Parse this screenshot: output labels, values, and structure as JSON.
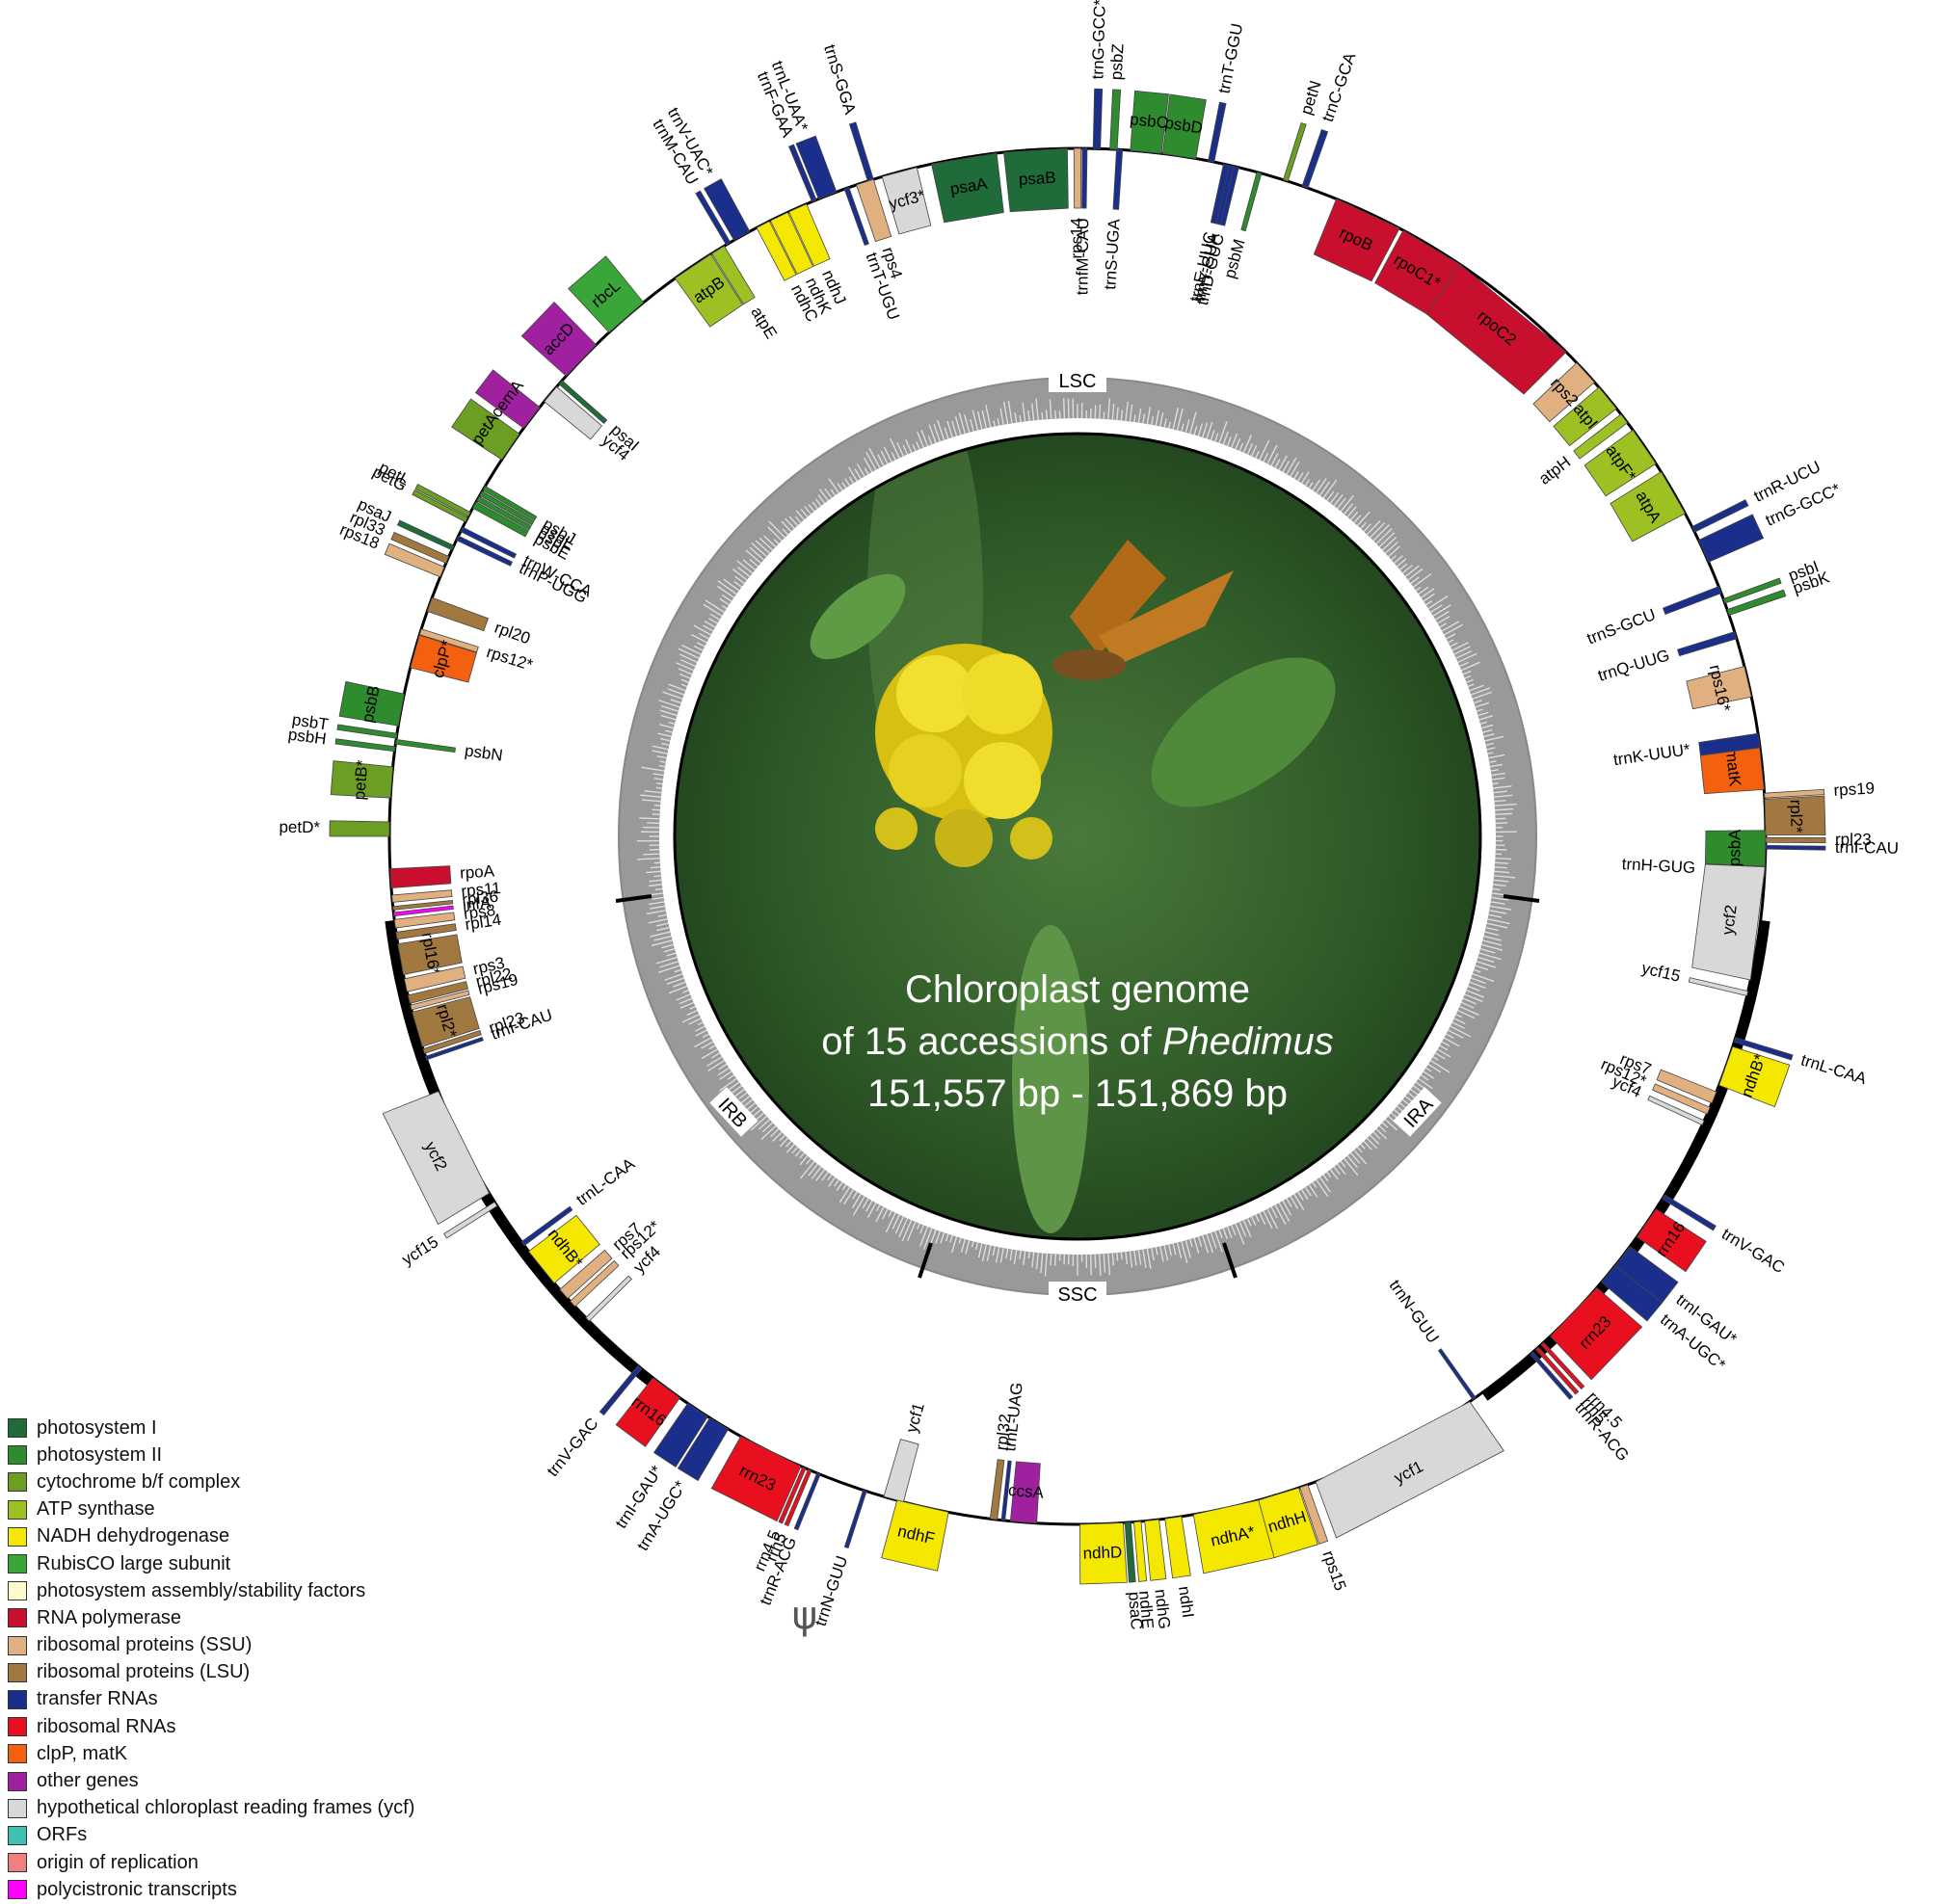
{
  "title_lines": [
    "Chloroplast genome",
    "of 15 accessions of ",
    "151,557 bp - 151,869 bp"
  ],
  "title_genus": "Phedimus",
  "regions": [
    "LSC",
    "SSC",
    "IRA",
    "IRB"
  ],
  "pseudo_symbol": "ψ",
  "colors": {
    "psI": "#1f6b3a",
    "psII": "#2e8b2e",
    "cyt": "#6b9e23",
    "atp": "#9dc123",
    "ndh": "#f5e800",
    "rbc": "#3aa63a",
    "rnap": "#c8102e",
    "ssu": "#e0b080",
    "lsu": "#a07840",
    "trna": "#1a2e8c",
    "rrna": "#e8101e",
    "clp": "#f26010",
    "other": "#a020a0",
    "ycf": "#d8d8d8",
    "orf": "#40c0b0",
    "ori": "#f08080",
    "poly": "#ff00ff"
  },
  "legend": [
    {
      "label": "photosystem I",
      "color": "#1f6b3a"
    },
    {
      "label": "photosystem II",
      "color": "#2e8b2e"
    },
    {
      "label": "cytochrome b/f complex",
      "color": "#6b9e23"
    },
    {
      "label": "ATP synthase",
      "color": "#9dc123"
    },
    {
      "label": "NADH dehydrogenase",
      "color": "#f5e800"
    },
    {
      "label": "RubisCO large subunit",
      "color": "#3aa63a"
    },
    {
      "label": "photosystem assembly/stability factors",
      "color": "#fffacd"
    },
    {
      "label": "RNA polymerase",
      "color": "#c8102e"
    },
    {
      "label": "ribosomal proteins (SSU)",
      "color": "#e0b080"
    },
    {
      "label": "ribosomal proteins (LSU)",
      "color": "#a07840"
    },
    {
      "label": "transfer RNAs",
      "color": "#1a2e8c"
    },
    {
      "label": "ribosomal RNAs",
      "color": "#e8101e"
    },
    {
      "label": "clpP, matK",
      "color": "#f26010"
    },
    {
      "label": "other genes",
      "color": "#a020a0"
    },
    {
      "label": "hypothetical chloroplast reading frames (ycf)",
      "color": "#d8d8d8"
    },
    {
      "label": "ORFs",
      "color": "#40c0b0"
    },
    {
      "label": "origin of replication",
      "color": "#f08080"
    },
    {
      "label": "polycistronic transcripts",
      "color": "#ff00ff"
    }
  ],
  "genes": [
    {
      "name": "psbA",
      "a": 91,
      "w": 3,
      "out": false,
      "cat": "psII"
    },
    {
      "name": "trnH-GUG",
      "a": 93,
      "w": 0.6,
      "out": false,
      "cat": "trna"
    },
    {
      "name": "matK",
      "a": 84,
      "w": 4.2,
      "out": false,
      "cat": "clp"
    },
    {
      "name": "trnK-UUU*",
      "a": 82,
      "w": 1.2,
      "out": false,
      "cat": "trna"
    },
    {
      "name": "rps16*",
      "a": 77,
      "w": 2.6,
      "out": false,
      "cat": "ssu"
    },
    {
      "name": "trnQ-UUG",
      "a": 73,
      "w": 0.6,
      "out": false,
      "cat": "trna"
    },
    {
      "name": "psbK",
      "a": 71,
      "w": 0.5,
      "out": true,
      "cat": "psII"
    },
    {
      "name": "psbI",
      "a": 70,
      "w": 0.4,
      "out": true,
      "cat": "psII"
    },
    {
      "name": "trnS-GCU",
      "a": 69,
      "w": 0.6,
      "out": false,
      "cat": "trna"
    },
    {
      "name": "trnG-GCC*",
      "a": 65.5,
      "w": 2,
      "out": true,
      "cat": "trna"
    },
    {
      "name": "trnR-UCU",
      "a": 63.5,
      "w": 0.5,
      "out": true,
      "cat": "trna"
    },
    {
      "name": "atpA",
      "a": 60,
      "w": 4,
      "out": false,
      "cat": "atp"
    },
    {
      "name": "atpF*",
      "a": 55.5,
      "w": 3.4,
      "out": false,
      "cat": "atp"
    },
    {
      "name": "atpH",
      "a": 52.6,
      "w": 0.9,
      "out": false,
      "cat": "atp"
    },
    {
      "name": "atpI",
      "a": 50.4,
      "w": 2.3,
      "out": false,
      "cat": "atp"
    },
    {
      "name": "rps2",
      "a": 47.6,
      "w": 2.2,
      "out": false,
      "cat": "ssu"
    },
    {
      "name": "rpoC2",
      "a": 39.5,
      "w": 11.5,
      "out": false,
      "cat": "rnap"
    },
    {
      "name": "rpoC1*",
      "a": 31,
      "w": 5.5,
      "out": false,
      "cat": "rnap"
    },
    {
      "name": "rpoB",
      "a": 25,
      "w": 5.8,
      "out": false,
      "cat": "rnap"
    },
    {
      "name": "trnC-GCA",
      "a": 19.3,
      "w": 0.5,
      "out": true,
      "cat": "trna"
    },
    {
      "name": "petN",
      "a": 17.6,
      "w": 0.4,
      "out": true,
      "cat": "cyt"
    },
    {
      "name": "psbM",
      "a": 15.3,
      "w": 0.4,
      "out": false,
      "cat": "psII"
    },
    {
      "name": "trnD-GUC",
      "a": 13.3,
      "w": 0.5,
      "out": false,
      "cat": "trna"
    },
    {
      "name": "trnY-GUA",
      "a": 12.9,
      "w": 0.5,
      "out": false,
      "cat": "trna"
    },
    {
      "name": "trnE-UUC",
      "a": 12.5,
      "w": 0.5,
      "out": false,
      "cat": "trna"
    },
    {
      "name": "trnT-GGU",
      "a": 11.2,
      "w": 0.5,
      "out": true,
      "cat": "trna"
    },
    {
      "name": "psbD",
      "a": 8.5,
      "w": 2.8,
      "out": true,
      "cat": "psII"
    },
    {
      "name": "psbC",
      "a": 5.7,
      "w": 2.6,
      "out": true,
      "cat": "psII"
    },
    {
      "name": "trnS-UGA",
      "a": 3.5,
      "w": 0.5,
      "out": false,
      "cat": "trna"
    },
    {
      "name": "psbZ",
      "a": 3,
      "w": 0.6,
      "out": true,
      "cat": "psII"
    },
    {
      "name": "trnG-GCC*",
      "a": 1.6,
      "w": 0.6,
      "out": true,
      "cat": "trna"
    },
    {
      "name": "trnfM-CAU",
      "a": 0.6,
      "w": 0.4,
      "out": false,
      "cat": "trna"
    },
    {
      "name": "rps14",
      "a": 0,
      "w": 0.6,
      "out": false,
      "cat": "ssu"
    },
    {
      "name": "psaB",
      "a": -3.5,
      "w": 5.3,
      "out": false,
      "cat": "psI"
    },
    {
      "name": "psaA",
      "a": -9.5,
      "w": 5.5,
      "out": false,
      "cat": "psI"
    },
    {
      "name": "ycf3*",
      "a": -15,
      "w": 3,
      "out": false,
      "cat": "ycf"
    },
    {
      "name": "trnS-GGA",
      "a": -17.5,
      "w": 0.5,
      "out": true,
      "cat": "trna"
    },
    {
      "name": "rps4",
      "a": -18,
      "w": 1.5,
      "out": false,
      "cat": "ssu"
    },
    {
      "name": "trnT-UGU",
      "a": -19.6,
      "w": 0.4,
      "out": false,
      "cat": "trna"
    },
    {
      "name": "trnL-UAA*",
      "a": -21.3,
      "w": 1.6,
      "out": true,
      "cat": "trna"
    },
    {
      "name": "trnF-GAA",
      "a": -22.5,
      "w": 0.4,
      "out": true,
      "cat": "trna"
    },
    {
      "name": "ndhJ",
      "a": -24,
      "w": 1.6,
      "out": false,
      "cat": "ndh"
    },
    {
      "name": "ndhK",
      "a": -25.7,
      "w": 1.6,
      "out": false,
      "cat": "ndh"
    },
    {
      "name": "ndhC",
      "a": -27.2,
      "w": 1.2,
      "out": false,
      "cat": "ndh"
    },
    {
      "name": "trnV-UAC*",
      "a": -29.2,
      "w": 1.5,
      "out": true,
      "cat": "trna"
    },
    {
      "name": "trnM-CAU",
      "a": -30.5,
      "w": 0.4,
      "out": true,
      "cat": "trna"
    },
    {
      "name": "atpE",
      "a": -31.5,
      "w": 1.2,
      "out": false,
      "cat": "atp"
    },
    {
      "name": "atpB",
      "a": -34,
      "w": 3.6,
      "out": false,
      "cat": "atp"
    },
    {
      "name": "rbcL",
      "a": -41,
      "w": 3.8,
      "out": true,
      "cat": "rbc"
    },
    {
      "name": "accD",
      "a": -46.2,
      "w": 3.6,
      "out": true,
      "cat": "other"
    },
    {
      "name": "psaI",
      "a": -48.7,
      "w": 0.4,
      "out": false,
      "cat": "psI"
    },
    {
      "name": "ycf4",
      "a": -50,
      "w": 1.6,
      "out": false,
      "cat": "ycf"
    },
    {
      "name": "cemA",
      "a": -52.5,
      "w": 2.2,
      "out": true,
      "cat": "other"
    },
    {
      "name": "petA",
      "a": -55.5,
      "w": 2.6,
      "out": true,
      "cat": "cyt"
    },
    {
      "name": "psbJ",
      "a": -59.6,
      "w": 0.4,
      "out": false,
      "cat": "psII"
    },
    {
      "name": "psbL",
      "a": -60.1,
      "w": 0.4,
      "out": false,
      "cat": "psII"
    },
    {
      "name": "psbF",
      "a": -60.6,
      "w": 0.4,
      "out": false,
      "cat": "psII"
    },
    {
      "name": "psbE",
      "a": -61.2,
      "w": 0.6,
      "out": false,
      "cat": "psII"
    },
    {
      "name": "petL",
      "a": -62.1,
      "w": 0.4,
      "out": true,
      "cat": "cyt"
    },
    {
      "name": "petG",
      "a": -62.6,
      "w": 0.4,
      "out": true,
      "cat": "cyt"
    },
    {
      "name": "trnW-CCA",
      "a": -63.5,
      "w": 0.4,
      "out": false,
      "cat": "trna"
    },
    {
      "name": "trnP-UGG",
      "a": -64.3,
      "w": 0.4,
      "out": false,
      "cat": "trna"
    },
    {
      "name": "psaJ",
      "a": -65.2,
      "w": 0.4,
      "out": true,
      "cat": "psI"
    },
    {
      "name": "rpl33",
      "a": -66.3,
      "w": 0.6,
      "out": true,
      "cat": "lsu"
    },
    {
      "name": "rps18",
      "a": -67.4,
      "w": 0.9,
      "out": true,
      "cat": "ssu"
    },
    {
      "name": "rpl20",
      "a": -70.3,
      "w": 1.2,
      "out": false,
      "cat": "lsu"
    },
    {
      "name": "rps12*",
      "a": -72.7,
      "w": 0.5,
      "out": false,
      "cat": "ssu"
    },
    {
      "name": "clpP*",
      "a": -74.4,
      "w": 2.8,
      "out": false,
      "cat": "clp"
    },
    {
      "name": "psbB",
      "a": -79.4,
      "w": 2.7,
      "out": true,
      "cat": "psII"
    },
    {
      "name": "psbT",
      "a": -81.6,
      "w": 0.4,
      "out": true,
      "cat": "psII"
    },
    {
      "name": "psbN",
      "a": -82.1,
      "w": 0.4,
      "out": false,
      "cat": "psII"
    },
    {
      "name": "psbH",
      "a": -82.7,
      "w": 0.4,
      "out": true,
      "cat": "psII"
    },
    {
      "name": "petB*",
      "a": -85.5,
      "w": 2.6,
      "out": true,
      "cat": "cyt"
    },
    {
      "name": "petD*",
      "a": -89.4,
      "w": 1.2,
      "out": true,
      "cat": "cyt"
    },
    {
      "name": "rpoA",
      "a": -93.5,
      "w": 1.6,
      "out": false,
      "cat": "rnap"
    },
    {
      "name": "rps11",
      "a": -95.2,
      "w": 0.6,
      "out": false,
      "cat": "ssu"
    },
    {
      "name": "rpl36",
      "a": -96,
      "w": 0.3,
      "out": false,
      "cat": "lsu"
    },
    {
      "name": "infA",
      "a": -96.5,
      "w": 0.3,
      "out": false,
      "cat": "poly"
    },
    {
      "name": "rps8",
      "a": -97.3,
      "w": 0.7,
      "out": false,
      "cat": "ssu"
    },
    {
      "name": "rpl14",
      "a": -98.3,
      "w": 0.6,
      "out": false,
      "cat": "lsu"
    },
    {
      "name": "rpl16*",
      "a": -100.3,
      "w": 2.6,
      "out": false,
      "cat": "lsu"
    },
    {
      "name": "rps3",
      "a": -102.5,
      "w": 1.1,
      "out": false,
      "cat": "ssu"
    },
    {
      "name": "rpl22",
      "a": -103.7,
      "w": 0.7,
      "out": false,
      "cat": "lsu"
    },
    {
      "name": "rps19",
      "a": -104.4,
      "w": 0.4,
      "out": false,
      "cat": "ssu"
    },
    {
      "name": "rpl2*",
      "a": -106.3,
      "w": 3,
      "out": false,
      "cat": "lsu"
    },
    {
      "name": "rpl23",
      "a": -108.2,
      "w": 0.4,
      "out": false,
      "cat": "lsu"
    },
    {
      "name": "trnI-CAU",
      "a": -108.8,
      "w": 0.3,
      "out": false,
      "cat": "trna"
    },
    {
      "name": "ycf2",
      "a": -116.5,
      "w": 9.5,
      "out": true,
      "cat": "ycf"
    },
    {
      "name": "ycf15",
      "a": -122.3,
      "w": 0.4,
      "out": true,
      "cat": "ycf"
    },
    {
      "name": "trnL-CAA",
      "a": -126.3,
      "w": 0.4,
      "out": false,
      "cat": "trna"
    },
    {
      "name": "ndhB*",
      "a": -128.8,
      "w": 3.4,
      "out": false,
      "cat": "ndh"
    },
    {
      "name": "rps7",
      "a": -131.7,
      "w": 1,
      "out": false,
      "cat": "ssu"
    },
    {
      "name": "rps12*",
      "a": -132.8,
      "w": 0.6,
      "out": false,
      "cat": "ssu"
    },
    {
      "name": "ycf4",
      "a": -134.6,
      "w": 0.4,
      "out": false,
      "cat": "ycf"
    },
    {
      "name": "trnV-GAC",
      "a": -140.5,
      "w": 0.4,
      "out": true,
      "cat": "trna"
    },
    {
      "name": "rrn16",
      "a": -143.3,
      "w": 2.8,
      "out": true,
      "cat": "rrna"
    },
    {
      "name": "trnI-GAU*",
      "a": -146.5,
      "w": 2,
      "out": true,
      "cat": "trna"
    },
    {
      "name": "trnA-UGC*",
      "a": -148.6,
      "w": 1.8,
      "out": true,
      "cat": "trna"
    },
    {
      "name": "rrn23",
      "a": -153.5,
      "w": 5.6,
      "out": true,
      "cat": "rrna"
    },
    {
      "name": "rrn4.5",
      "a": -156.6,
      "w": 0.3,
      "out": true,
      "cat": "rrna"
    },
    {
      "name": "rrn5",
      "a": -157.1,
      "w": 0.3,
      "out": true,
      "cat": "rrna"
    },
    {
      "name": "trnR-ACG",
      "a": -157.9,
      "w": 0.3,
      "out": true,
      "cat": "trna"
    },
    {
      "name": "trnN-GUU",
      "a": -162,
      "w": 0.3,
      "out": true,
      "cat": "trna"
    },
    {
      "name": "ycf1",
      "a": -164.5,
      "w": 1.7,
      "out": false,
      "cat": "ycf"
    },
    {
      "name": "ndhF",
      "a": -167,
      "w": 4.4,
      "out": true,
      "cat": "ndh"
    },
    {
      "name": "rpl32",
      "a": -173,
      "w": 0.6,
      "out": false,
      "cat": "lsu"
    },
    {
      "name": "trnL-UAG",
      "a": -173.8,
      "w": 0.3,
      "out": false,
      "cat": "trna"
    },
    {
      "name": "ccsA",
      "a": -175.5,
      "w": 2.2,
      "out": false,
      "cat": "other"
    },
    {
      "name": "ndhD",
      "a": 178,
      "w": 3.6,
      "out": true,
      "cat": "ndh"
    },
    {
      "name": "psaC",
      "a": 175.8,
      "w": 0.5,
      "out": true,
      "cat": "psI"
    },
    {
      "name": "ndhE",
      "a": 175,
      "w": 0.6,
      "out": true,
      "cat": "ndh"
    },
    {
      "name": "ndhG",
      "a": 173.8,
      "w": 1.2,
      "out": true,
      "cat": "ndh"
    },
    {
      "name": "ndhI",
      "a": 172,
      "w": 1.4,
      "out": true,
      "cat": "ndh"
    },
    {
      "name": "ndhA*",
      "a": 167.5,
      "w": 5.6,
      "out": true,
      "cat": "ndh"
    },
    {
      "name": "ndhH",
      "a": 163,
      "w": 3.5,
      "out": true,
      "cat": "ndh"
    },
    {
      "name": "rps15",
      "a": 160.8,
      "w": 0.7,
      "out": true,
      "cat": "ssu"
    },
    {
      "name": "ycf1",
      "a": 152.5,
      "w": 14.5,
      "out": true,
      "cat": "ycf"
    },
    {
      "name": "trnN-GUU",
      "a": 144.8,
      "w": 0.3,
      "out": false,
      "cat": "trna"
    },
    {
      "name": "trnR-ACG",
      "a": 138.7,
      "w": 0.3,
      "out": true,
      "cat": "trna"
    },
    {
      "name": "rrn5",
      "a": 138.1,
      "w": 0.3,
      "out": true,
      "cat": "rrna"
    },
    {
      "name": "rrn4.5",
      "a": 137.5,
      "w": 0.3,
      "out": true,
      "cat": "rrna"
    },
    {
      "name": "rrn23",
      "a": 133.8,
      "w": 5.6,
      "out": true,
      "cat": "rrna"
    },
    {
      "name": "trnA-UGC*",
      "a": 129.5,
      "w": 1.8,
      "out": true,
      "cat": "trna"
    },
    {
      "name": "trnI-GAU*",
      "a": 127.6,
      "w": 2,
      "out": true,
      "cat": "trna"
    },
    {
      "name": "rrn16",
      "a": 124.2,
      "w": 2.8,
      "out": true,
      "cat": "rrna"
    },
    {
      "name": "trnV-GAC",
      "a": 121.6,
      "w": 0.4,
      "out": true,
      "cat": "trna"
    },
    {
      "name": "ycf4",
      "a": 114.6,
      "w": 0.4,
      "out": false,
      "cat": "ycf"
    },
    {
      "name": "rps12*",
      "a": 113.5,
      "w": 0.6,
      "out": false,
      "cat": "ssu"
    },
    {
      "name": "rps7",
      "a": 112.3,
      "w": 1,
      "out": false,
      "cat": "ssu"
    },
    {
      "name": "ndhB*",
      "a": 109.5,
      "w": 3.4,
      "out": true,
      "cat": "ndh"
    },
    {
      "name": "trnL-CAA",
      "a": 107.2,
      "w": 0.4,
      "out": true,
      "cat": "trna"
    },
    {
      "name": "ycf15",
      "a": 103.2,
      "w": 0.4,
      "out": false,
      "cat": "ycf"
    },
    {
      "name": "ycf2",
      "a": 97.3,
      "w": 9.5,
      "out": false,
      "cat": "ycf"
    },
    {
      "name": "trnI-CAU",
      "a": 90.9,
      "w": 0.3,
      "out": true,
      "cat": "trna"
    },
    {
      "name": "rpl23",
      "a": 90.3,
      "w": 0.4,
      "out": true,
      "cat": "lsu"
    },
    {
      "name": "rpl2*",
      "a": 88.4,
      "w": 3,
      "out": true,
      "cat": "lsu"
    },
    {
      "name": "rps19",
      "a": 86.6,
      "w": 0.4,
      "out": true,
      "cat": "ssu"
    }
  ]
}
